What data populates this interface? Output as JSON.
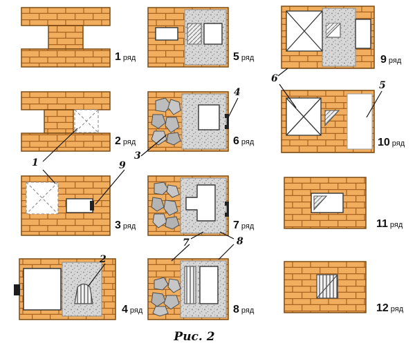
{
  "caption": "Рис. 2",
  "row_word": "ряд",
  "panels": [
    {
      "num": "1"
    },
    {
      "num": "2"
    },
    {
      "num": "3"
    },
    {
      "num": "4"
    },
    {
      "num": "5"
    },
    {
      "num": "6"
    },
    {
      "num": "7"
    },
    {
      "num": "8"
    },
    {
      "num": "9"
    },
    {
      "num": "10"
    },
    {
      "num": "11"
    },
    {
      "num": "12"
    }
  ],
  "callouts": {
    "c1": "1",
    "c2": "2",
    "c3": "3",
    "c4": "4",
    "c5": "5",
    "c6": "6",
    "c7": "7",
    "c8": "8",
    "c9": "9"
  },
  "colors": {
    "brick": "#f0ae5e",
    "mortar": "#a9621e",
    "brick_outline": "#7c4a12",
    "masonry_gray": "#d7d7d7",
    "stone_gray": "#bdbdbd",
    "opening_white": "#ffffff",
    "leader_line": "#111111"
  }
}
